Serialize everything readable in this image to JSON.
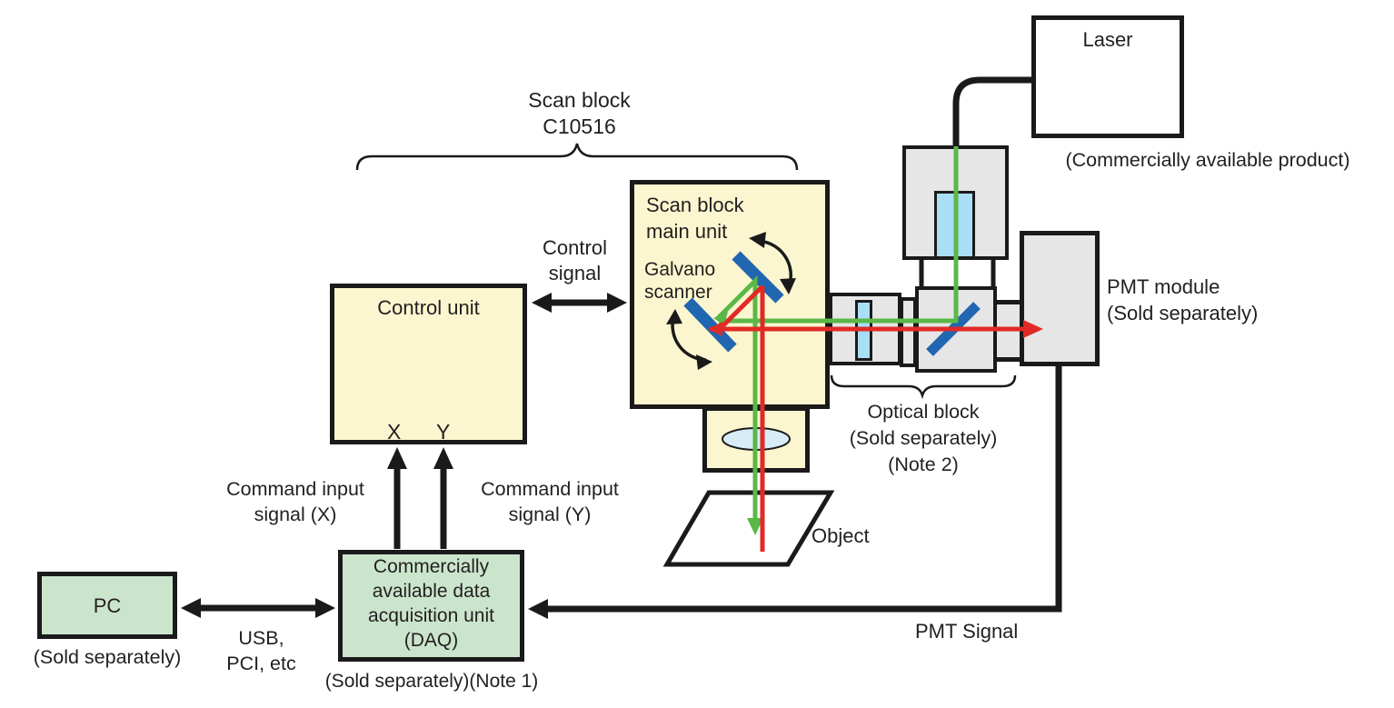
{
  "colors": {
    "box_yellow": "#FBF6CF",
    "box_green": "#CBE5CC",
    "box_gray": "#E6E6E6",
    "filter_blue": "#A9DEF6",
    "lens_blue": "#D8ECF8",
    "mirror_blue": "#2166B0",
    "beam_green": "#5BB847",
    "beam_red": "#E12A26",
    "line_black": "#1A1A1A",
    "text": "#231F20"
  },
  "labels": {
    "laser": "Laser",
    "laser_note": "(Commercially available product)",
    "scan_block_title": "Scan block\nC10516",
    "scan_main_unit": "Scan block\nmain unit",
    "galvano": "Galvano\nscanner",
    "control_unit": "Control unit",
    "control_x": "X",
    "control_y": "Y",
    "control_signal": "Control\nsignal",
    "command_x": "Command input\nsignal (X)",
    "command_y": "Command input\nsignal (Y)",
    "daq": "Commercially\navailable data\nacquisition unit\n(DAQ)",
    "daq_note": "(Sold separately)(Note 1)",
    "pc": "PC",
    "pc_note": "(Sold separately)",
    "usb": "USB,\nPCI, etc",
    "pmt_module": "PMT module\n(Sold separately)",
    "pmt_signal": "PMT Signal",
    "optical_block": "Optical block\n(Sold separately)\n(Note 2)",
    "object": "Object"
  }
}
